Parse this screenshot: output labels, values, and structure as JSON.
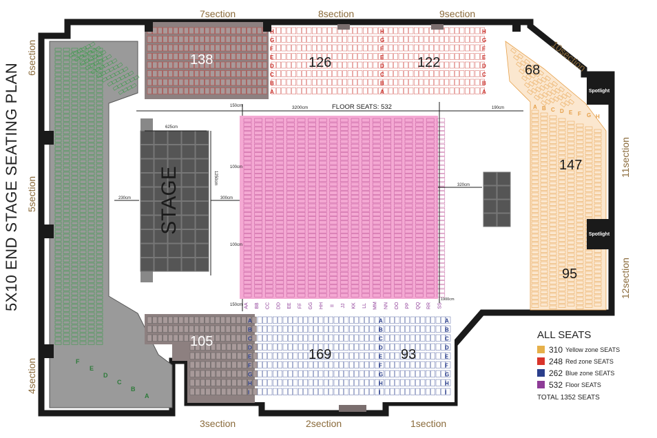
{
  "title": "5X10 END STAGE SEATING PLAN",
  "stage_label": "STAGE",
  "floor_label": "FLOOR SEATS: 532",
  "sections": {
    "s1": "1section",
    "s2": "2section",
    "s3": "3section",
    "s4": "4section",
    "s5": "5section",
    "s6": "6section",
    "s7": "7section",
    "s8": "8section",
    "s9": "9section",
    "s10": "10section",
    "s11": "11section",
    "s12": "12section"
  },
  "block_counts": {
    "b138": "138",
    "b126": "126",
    "b122": "122",
    "b68": "68",
    "b147": "147",
    "b95": "95",
    "b105": "105",
    "b169": "169",
    "b93": "93"
  },
  "spotlights": {
    "top": "Spotlight",
    "bottom": "Spotlight"
  },
  "dimensions": {
    "d150_top": "150cm",
    "d3200": "3200cm",
    "d190": "190cm",
    "d625": "625cm",
    "d1250": "1250cm",
    "d230": "230cm",
    "d300": "300cm",
    "d320": "320cm",
    "d100a": "100cm",
    "d100b": "100cm",
    "d150_bot": "150cm",
    "d1900": "1900cm"
  },
  "floor_rows": [
    "AA",
    "BB",
    "CC",
    "DD",
    "EE",
    "FF",
    "GG",
    "HH",
    "II",
    "JJ",
    "KK",
    "LL",
    "MM",
    "NN",
    "OO",
    "PP",
    "QQ",
    "RR",
    "SS"
  ],
  "red_row_letters": [
    "H",
    "G",
    "F",
    "E",
    "D",
    "C",
    "B",
    "A"
  ],
  "blue_row_letters": [
    "A",
    "B",
    "C",
    "D",
    "E",
    "F",
    "G",
    "H",
    "I"
  ],
  "yellow_row_letters": [
    "A",
    "B",
    "C",
    "D",
    "E",
    "F",
    "G",
    "H"
  ],
  "green_row_letters": [
    "F",
    "E",
    "D",
    "C",
    "B",
    "A"
  ],
  "legend": {
    "title": "ALL SEATS",
    "items": [
      {
        "count": "310",
        "label": "Yellow zone SEATS",
        "color": "#e6b04a"
      },
      {
        "count": "248",
        "label": "Red zone SEATS",
        "color": "#d9342b"
      },
      {
        "count": "262",
        "label": "Blue zone SEATS",
        "color": "#2b3f8c"
      },
      {
        "count": "532",
        "label": "Floor SEATS",
        "color": "#8e3c97"
      }
    ],
    "total": "TOTAL 1352 SEATS"
  },
  "colors": {
    "wall": "#1a1a1a",
    "floor_pink": "#f4a9d3",
    "grey_zone": "#9a9a9a",
    "grey_dark": "#6e6e6e",
    "cream": "#fbe7cf",
    "red_zone": "#c8302a",
    "yellow_zone": "#e6a04a",
    "blue_zone": "#2b3f8c",
    "green_zone": "#3b9a4a",
    "stage": "#555555"
  }
}
